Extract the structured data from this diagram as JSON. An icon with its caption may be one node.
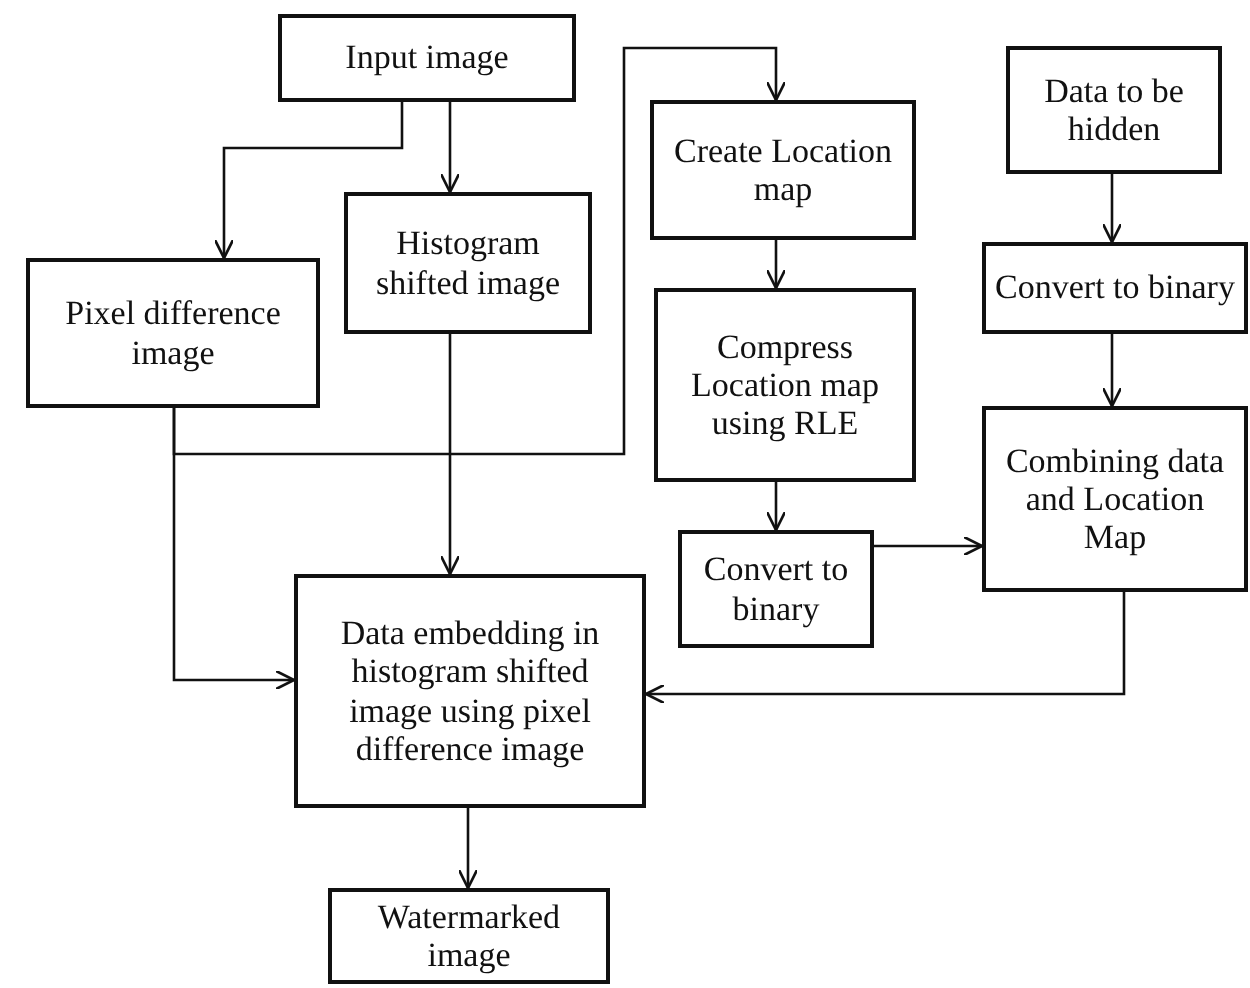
{
  "diagram": {
    "nodes": [
      {
        "text": [
          "Input image"
        ]
      },
      {
        "text": [
          "Pixel difference image"
        ]
      },
      {
        "text": [
          "Histogram shifted image"
        ]
      },
      {
        "text": [
          "Create Location map"
        ]
      },
      {
        "text": [
          "Compress Location map using RLE"
        ]
      },
      {
        "text": [
          "Data to be hidden"
        ]
      },
      {
        "text": [
          "Convert to binary"
        ]
      },
      {
        "text": [
          "Combining data and Location Map"
        ]
      },
      {
        "text": [
          "Convert to binary"
        ]
      },
      {
        "text": [
          "Data embedding in histogram shifted image using pixel difference image"
        ]
      },
      {
        "text": [
          "Watermarked image"
        ]
      }
    ],
    "edges": [
      {
        "from": 0,
        "to": 1,
        "arrow": "to"
      },
      {
        "from": 0,
        "to": 2,
        "arrow": "to"
      },
      {
        "from": 1,
        "to": 3,
        "arrow": "to"
      },
      {
        "from": 1,
        "to": 9,
        "arrow": "to"
      },
      {
        "from": 2,
        "to": 9,
        "arrow": "to"
      },
      {
        "from": 3,
        "to": 4,
        "arrow": "to"
      },
      {
        "from": 4,
        "to": 8,
        "arrow": "to"
      },
      {
        "from": 8,
        "to": 7,
        "arrow": "to"
      },
      {
        "from": 5,
        "to": 6,
        "arrow": "to"
      },
      {
        "from": 6,
        "to": 7,
        "arrow": "to"
      },
      {
        "from": 7,
        "to": 9,
        "arrow": "to"
      },
      {
        "from": 9,
        "to": 10,
        "arrow": "to"
      }
    ]
  }
}
